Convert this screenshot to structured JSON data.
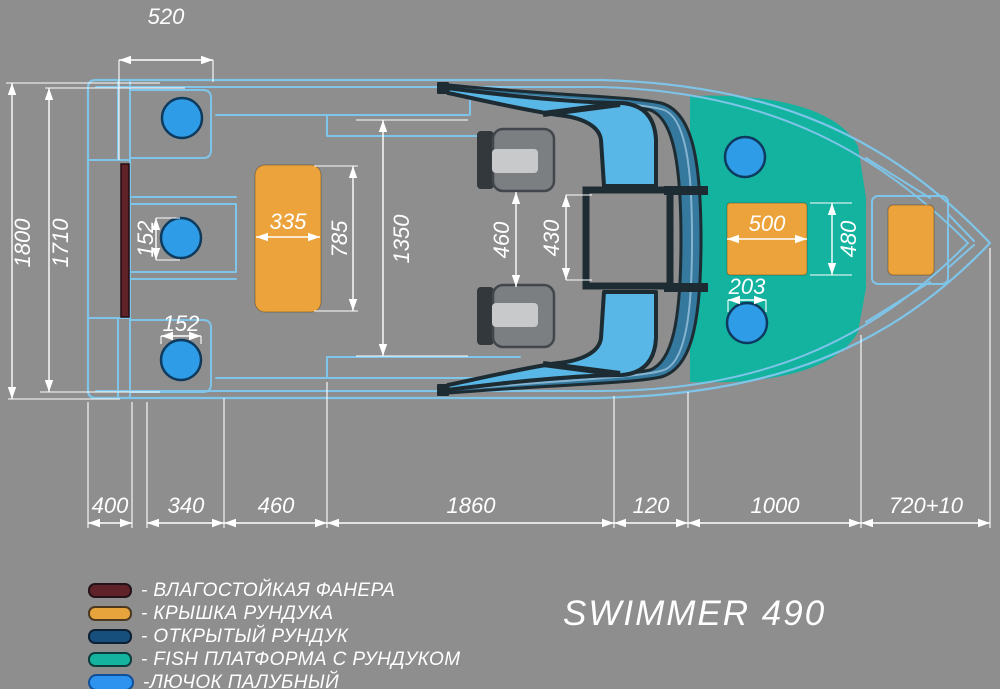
{
  "title": "SWIMMER 490",
  "legend": {
    "items": [
      {
        "label": "- ВЛАГОСТОЙКАЯ ФАНЕРА",
        "color": "#5e2228",
        "shape": "rounded-rect"
      },
      {
        "label": "- КРЫШКА РУНДУКА",
        "color": "#e7a33c",
        "shape": "rounded-rect"
      },
      {
        "label": "- ОТКРЫТЫЙ РУНДУК",
        "color": "#174f7c",
        "shape": "rounded-rect"
      },
      {
        "label": "- FISH ПЛАТФОРМА С РУНДУКОМ",
        "color": "#13b3a0",
        "shape": "rounded-rect"
      },
      {
        "label": "-ЛЮЧОК ПАЛУБНЫЙ",
        "color": "#2e93ee",
        "shape": "ellipse"
      }
    ]
  },
  "dims": {
    "d520": "520",
    "d1800": "1800",
    "d1710": "1710",
    "d1350": "1350",
    "d785": "785",
    "d335": "335",
    "d460_seats": "460",
    "d430": "430",
    "d500": "500",
    "d480": "480",
    "d203": "203",
    "d152_mid": "152",
    "d152_aft": "152",
    "bottom": [
      "400",
      "340",
      "460",
      "1860",
      "120",
      "1000",
      "720+10"
    ]
  },
  "colors": {
    "background": "#8e8e8e",
    "outline": "#7ec5e9",
    "dim_lines": "#ffffff",
    "plywood": "#5e2228",
    "locker_lid": "#eda33c",
    "open_locker": "#174f7c",
    "fish_platform": "#13b3a0",
    "deck_hatch": "#2f9ce8",
    "windshield_band": "#35799f",
    "windshield_glass": "#58b7e6",
    "frame_dark": "#1d2b33",
    "seat_body": "#7b7f82",
    "seat_back": "#33383c",
    "seat_cushion": "#c7c9ca"
  }
}
